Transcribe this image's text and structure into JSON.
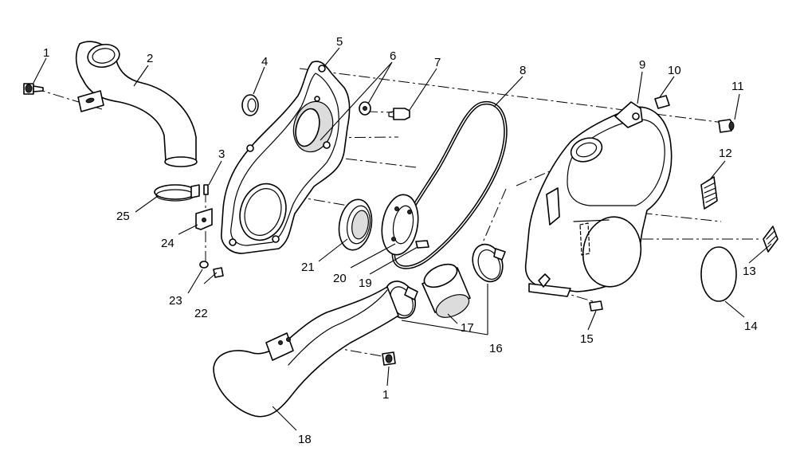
{
  "diagram": {
    "callouts": [
      {
        "id": "c1a",
        "text": "1"
      },
      {
        "id": "c2",
        "text": "2"
      },
      {
        "id": "c3",
        "text": "3"
      },
      {
        "id": "c4",
        "text": "4"
      },
      {
        "id": "c5",
        "text": "5"
      },
      {
        "id": "c6",
        "text": "6"
      },
      {
        "id": "c7",
        "text": "7"
      },
      {
        "id": "c8",
        "text": "8"
      },
      {
        "id": "c9",
        "text": "9"
      },
      {
        "id": "c10",
        "text": "10"
      },
      {
        "id": "c11",
        "text": "11"
      },
      {
        "id": "c12",
        "text": "12"
      },
      {
        "id": "c13",
        "text": "13"
      },
      {
        "id": "c14",
        "text": "14"
      },
      {
        "id": "c15",
        "text": "15"
      },
      {
        "id": "c16",
        "text": "16"
      },
      {
        "id": "c17",
        "text": "17"
      },
      {
        "id": "c18",
        "text": "18"
      },
      {
        "id": "c19",
        "text": "19"
      },
      {
        "id": "c20",
        "text": "20"
      },
      {
        "id": "c21",
        "text": "21"
      },
      {
        "id": "c22",
        "text": "22"
      },
      {
        "id": "c23",
        "text": "23"
      },
      {
        "id": "c24",
        "text": "24"
      },
      {
        "id": "c25",
        "text": "25"
      },
      {
        "id": "c1b",
        "text": "1"
      }
    ]
  }
}
